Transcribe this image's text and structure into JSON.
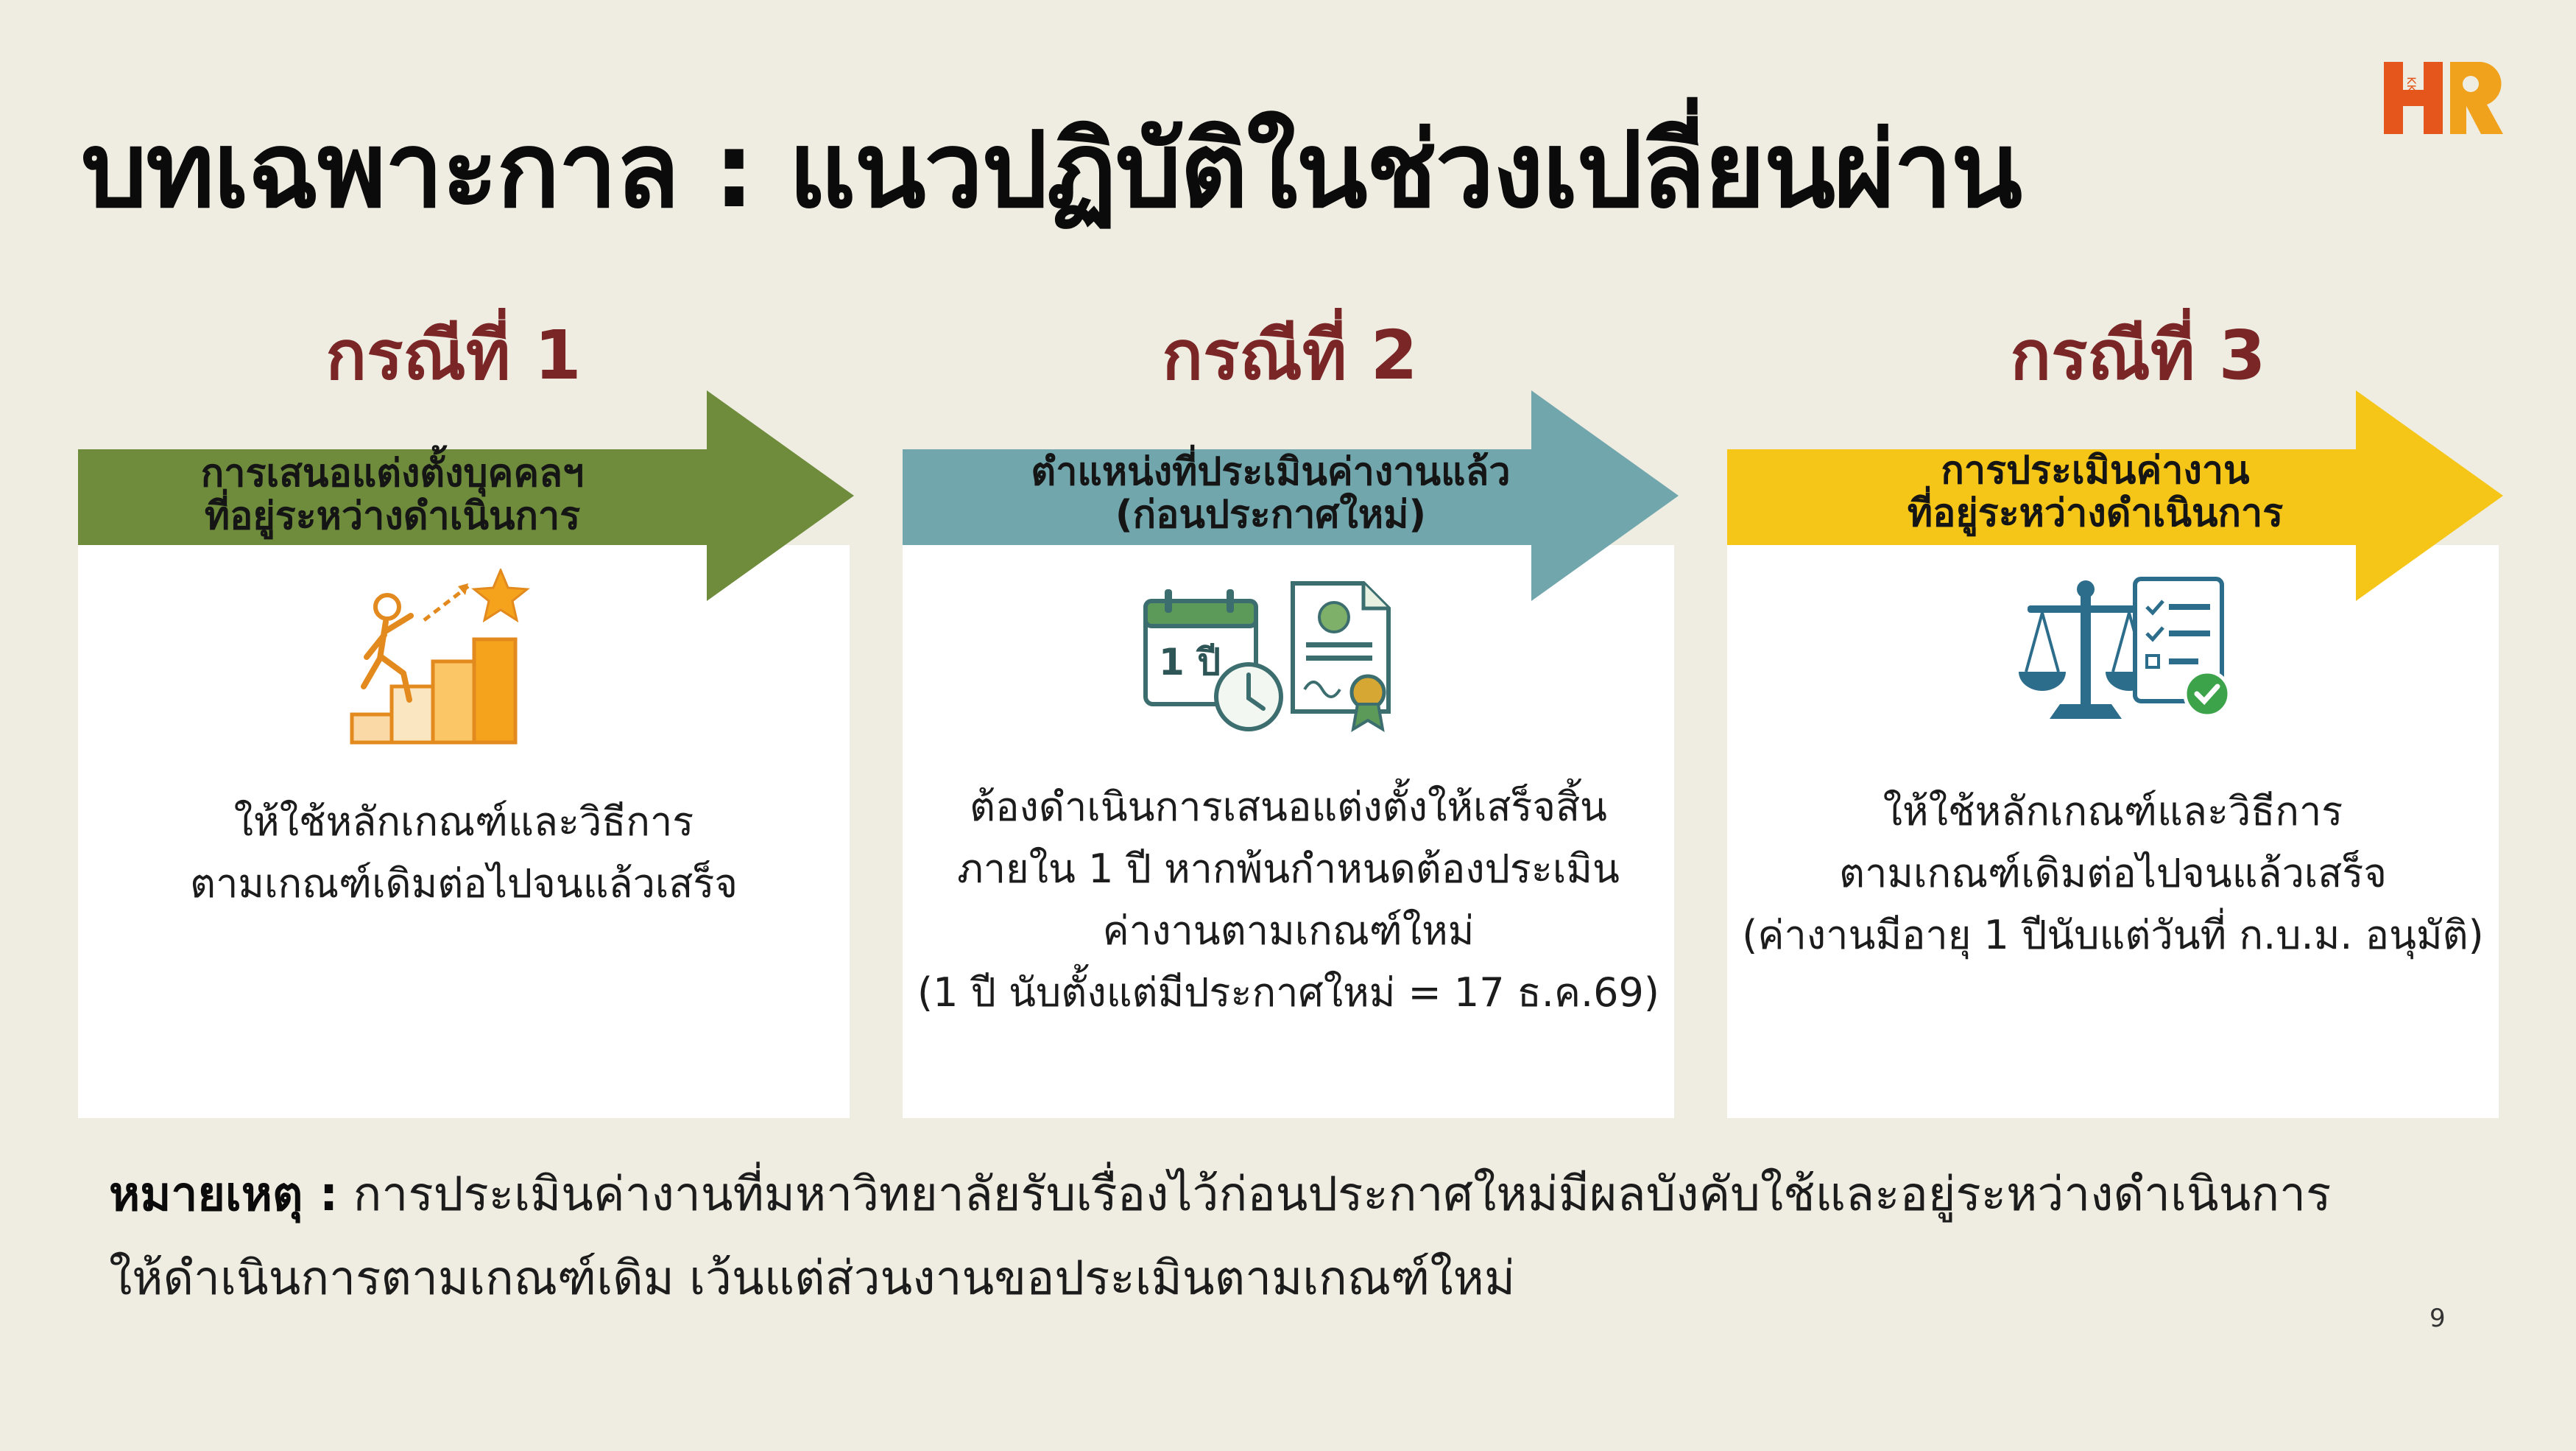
{
  "slide": {
    "title": "บทเฉพาะกาล : แนวปฏิบัติในช่วงเปลี่ยนผ่าน",
    "logo_icon": "kku-hr-logo",
    "page_number": "9"
  },
  "cases": [
    {
      "heading": "กรณีที่ 1",
      "arrow_line1": "การเสนอแต่งตั้งบุคคลฯ",
      "arrow_line2": "ที่อยู่ระหว่างดำเนินการ",
      "arrow_color": "#6e8c3c",
      "icon": "climbing-stairs-star-icon",
      "body": [
        "ให้ใช้หลักเกณฑ์และวิธีการ",
        "ตามเกณฑ์เดิมต่อไปจนแล้วเสร็จ"
      ]
    },
    {
      "heading": "กรณีที่ 2",
      "arrow_line1": "ตำแหน่งที่ประเมินค่างานแล้ว",
      "arrow_line2": "(ก่อนประกาศใหม่)",
      "arrow_color": "#72a6ad",
      "icon": "calendar-certificate-icon",
      "calendar_label": "1 ปี",
      "body": [
        "ต้องดำเนินการเสนอแต่งตั้งให้เสร็จสิ้น",
        "ภายใน 1 ปี หากพ้นกำหนดต้องประเมิน",
        "ค่างานตามเกณฑ์ใหม่",
        "(1 ปี นับตั้งแต่มีประกาศใหม่ = 17  ธ.ค.69)"
      ]
    },
    {
      "heading": "กรณีที่ 3",
      "arrow_line1": "การประเมินค่างาน",
      "arrow_line2": "ที่อยู่ระหว่างดำเนินการ",
      "arrow_color": "#f5c518",
      "icon": "scale-checklist-icon",
      "body": [
        "ให้ใช้หลักเกณฑ์และวิธีการ",
        "ตามเกณฑ์เดิมต่อไปจนแล้วเสร็จ",
        "(ค่างานมีอายุ 1 ปีนับแต่วันที่ ก.บ.ม. อนุมัติ)"
      ]
    }
  ],
  "note": {
    "label": "หมายเหตุ :",
    "line1": "การประเมินค่างานที่มหาวิทยาลัยรับเรื่องไว้ก่อนประกาศใหม่มีผลบังคับใช้และอยู่ระหว่างดำเนินการ",
    "line2": "ให้ดำเนินการตามเกณฑ์เดิม เว้นแต่ส่วนงานขอประเมินตามเกณฑ์ใหม่"
  }
}
